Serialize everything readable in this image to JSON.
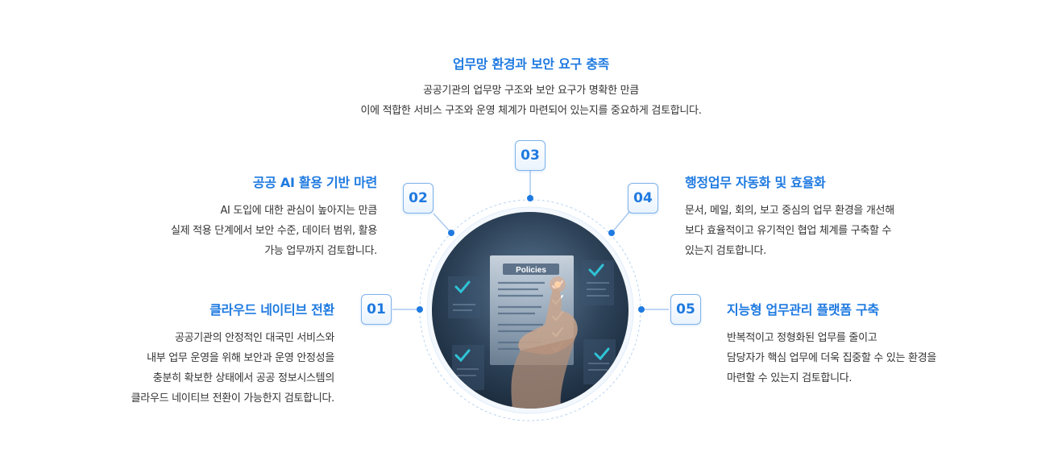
{
  "top": {
    "title": "업무망 환경과 보안 요구 충족",
    "lines": [
      "공공기관의 업무망 구조와 보안 요구가 명확한 만큼",
      "이에 적합한 서비스 구조와 운영 체계가 마련되어 있는지를 중요하게 검토합니다."
    ]
  },
  "items": [
    {
      "num": "01",
      "title": "클라우드 네이티브 전환",
      "lines": [
        "공공기관의 안정적인 대국민 서비스와",
        "내부 업무 운영을 위해 보안과 운영 안정성을",
        "충분히 확보한 상태에서 공공 정보시스템의",
        "클라우드 네이티브 전환이 가능한지 검토합니다."
      ]
    },
    {
      "num": "02",
      "title": "공공 AI 활용 기반 마련",
      "lines": [
        "AI 도입에 대한 관심이 높아지는 만큼",
        "실제 적용 단계에서 보안 수준, 데이터 범위, 활용",
        "가능 업무까지 검토합니다."
      ]
    },
    {
      "num": "03"
    },
    {
      "num": "04",
      "title": "행정업무 자동화 및 효율화",
      "lines": [
        "문서, 메일, 회의, 보고 중심의 업무 환경을 개선해",
        "보다 효율적이고 유기적인 협업 체계를 구축할 수",
        "있는지 검토합니다."
      ]
    },
    {
      "num": "05",
      "title": "지능형 업무관리 플랫폼 구축",
      "lines": [
        "반복적이고 정형화된 업무를 줄이고",
        "담당자가 핵심 업무에 더욱 집중할 수 있는 환경을",
        "마련할 수 있는지 검토합니다."
      ]
    }
  ],
  "image": {
    "doc_label": "Policies"
  },
  "colors": {
    "accent": "#1f7ae0",
    "text": "#333333",
    "line": "#a9c9f0"
  }
}
